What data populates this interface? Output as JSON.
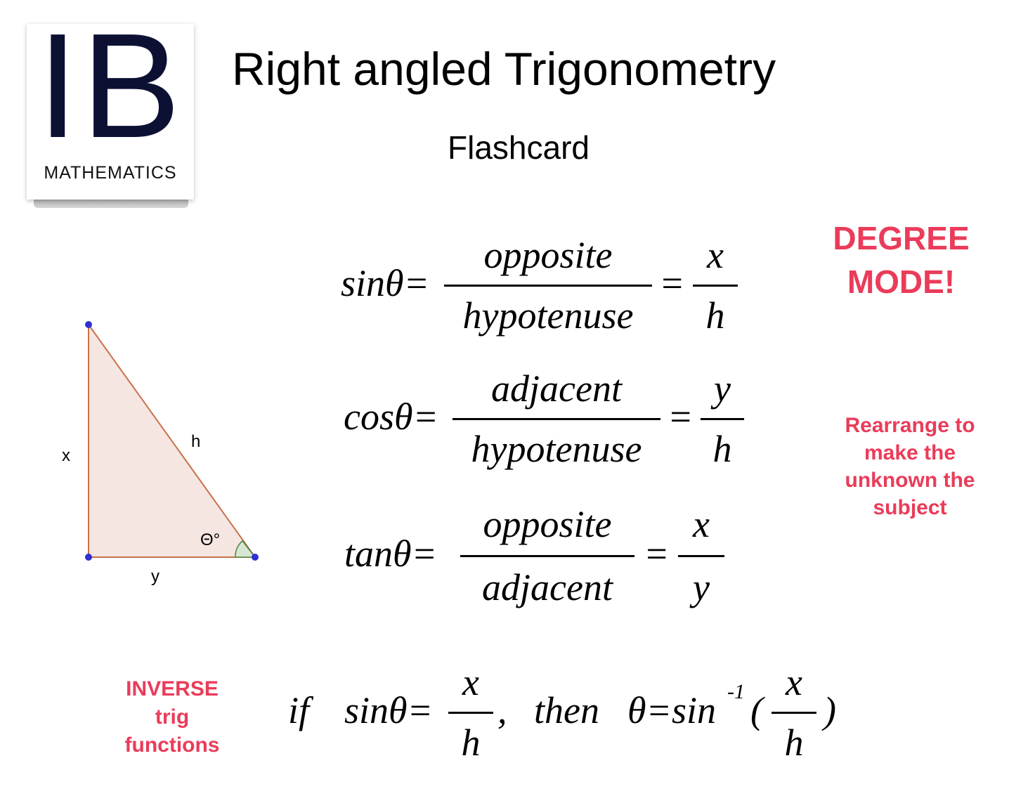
{
  "logo": {
    "letters": "IB",
    "subtitle": "MATHEMATICS"
  },
  "title": "Right angled Trigonometry",
  "subtitle": "Flashcard",
  "notes": {
    "degree_line1": "DEGREE",
    "degree_line2": "MODE!",
    "rearrange": [
      "Rearrange to",
      "make the",
      "unknown the",
      "subject"
    ],
    "inverse": [
      "INVERSE",
      "trig",
      "functions"
    ]
  },
  "triangle": {
    "side_vertical": "x",
    "side_hypotenuse": "h",
    "side_base": "y",
    "angle": "Θ°",
    "fill": "#f5e6e2",
    "stroke": "#c9714a",
    "point": "#2f2fd6"
  },
  "formulas": {
    "sin": {
      "lhs": "sinθ=",
      "num": "opposite",
      "den": "hypotenuse",
      "eq": "=",
      "num2": "x",
      "den2": "h"
    },
    "cos": {
      "lhs": "cosθ=",
      "num": "adjacent",
      "den": "hypotenuse",
      "eq": "=",
      "num2": "y",
      "den2": "h"
    },
    "tan": {
      "lhs": "tanθ=",
      "num": "opposite",
      "den": "adjacent",
      "eq": "=",
      "num2": "x",
      "den2": "y"
    },
    "inverse": {
      "if": "if",
      "lhs": "sinθ=",
      "num": "x",
      "den": "h",
      "comma": ",",
      "then": "then",
      "rhs": "θ=sin",
      "sup": "-1",
      "open": "(",
      "num2": "x",
      "den2": "h",
      "close": ")"
    }
  },
  "colors": {
    "accent_red": "#ea3c5a",
    "logo_navy": "#0c1033"
  }
}
